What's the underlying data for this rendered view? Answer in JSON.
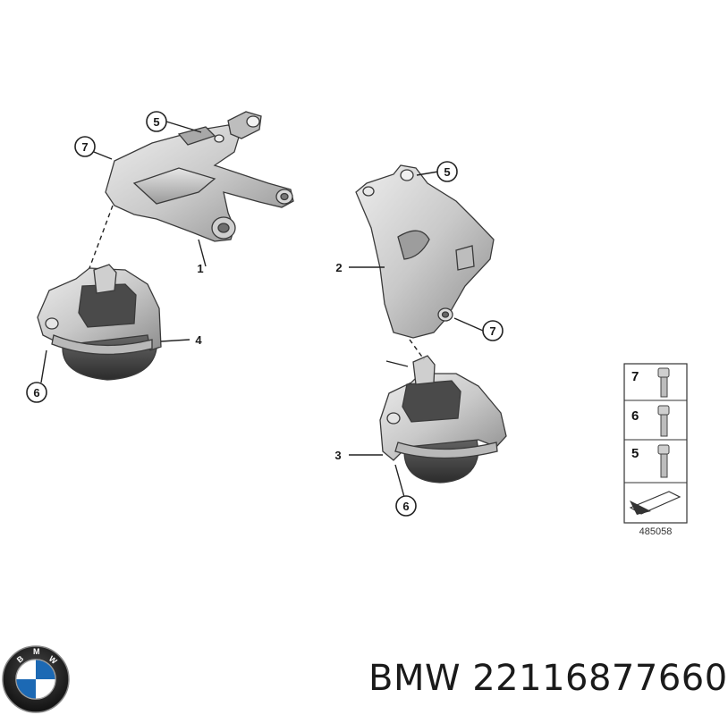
{
  "diagram": {
    "callouts": {
      "c1": "1",
      "c2": "2",
      "c3": "3",
      "c4": "4",
      "c5a": "5",
      "c5b": "5",
      "c6a": "6",
      "c6b": "6",
      "c7a": "7",
      "c7b": "7"
    },
    "fastener_legend": [
      {
        "number": "7"
      },
      {
        "number": "6"
      },
      {
        "number": "5"
      }
    ],
    "reference_code": "485058"
  },
  "caption": {
    "brand_logo_text": "BMW",
    "part_text": "BMW 22116877660"
  }
}
